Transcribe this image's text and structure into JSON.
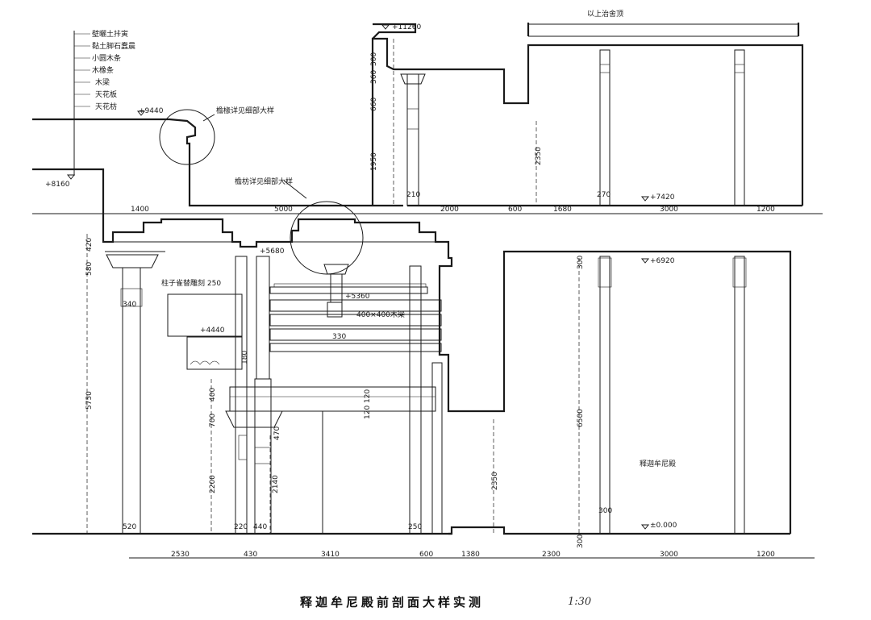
{
  "title": "释迦牟尼殿前剖面大样实测",
  "scale": "1:30",
  "roof_note": "以上治舍顶",
  "legend_items": [
    "壁曬土拤寅",
    "黏土脚石蠢晨",
    "小圆木条",
    "木橡条",
    "木梁",
    "天花板",
    "天花枋"
  ],
  "callouts": {
    "eave_detail": "檐椽详见细部大样",
    "beam_detail": "檐枋详见细部大样",
    "column_bracket": "柱子雀替雕刻 250",
    "beam_size": "400×400木梁",
    "hall_name": "释迦牟尼殿"
  },
  "elevations": {
    "e11260": "+11260",
    "e9440": "+9440",
    "e8160": "+8160",
    "e7420": "+7420",
    "e6920": "+6920",
    "e5680": "+5680",
    "e5360": "+5360",
    "e4440": "+4440",
    "e0000": "±0.000"
  },
  "dims_upper": [
    "1400",
    "5000",
    "2000",
    "600",
    "1680",
    "3000",
    "1200"
  ],
  "dims_bottom": [
    "2530",
    "430",
    "3410",
    "600",
    "1380",
    "2300",
    "3000",
    "1200"
  ],
  "dims_vertical_upper": [
    "300",
    "360",
    "660",
    "1950",
    "2350"
  ],
  "dims_vertical_left": [
    "420",
    "580",
    "5750",
    "400",
    "700",
    "2200"
  ],
  "dims_vertical_mid": [
    "2140",
    "470",
    "120",
    "120",
    "2350",
    "6500",
    "300"
  ],
  "dims_local": [
    "210",
    "270",
    "340",
    "520",
    "220",
    "440",
    "250",
    "300",
    "180",
    "330",
    "300"
  ]
}
